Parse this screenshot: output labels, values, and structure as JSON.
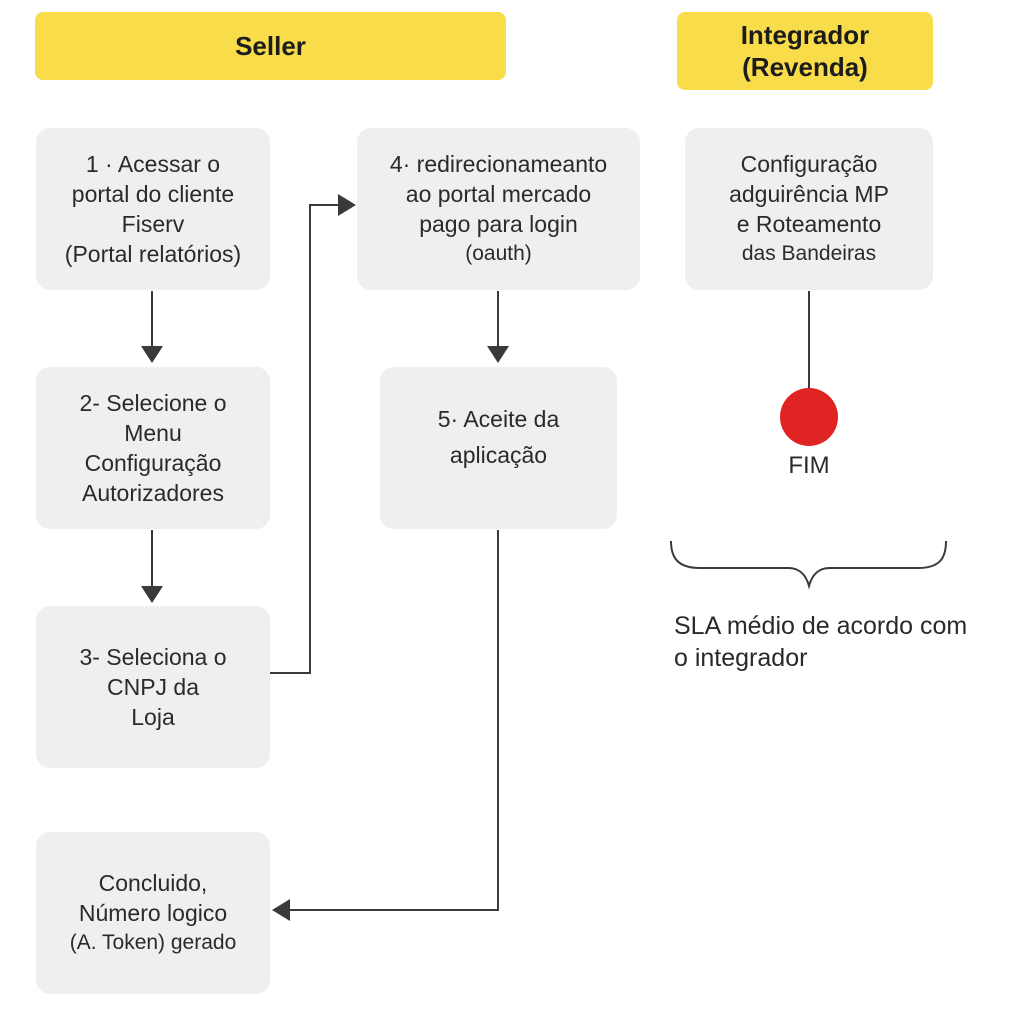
{
  "headers": {
    "seller": "Seller",
    "integrador_line1": "Integrador",
    "integrador_line2": "(Revenda)"
  },
  "steps": {
    "step1": [
      "1 · Acessar o",
      "portal do cliente",
      "Fiserv",
      "(Portal relatórios)"
    ],
    "step2": [
      "2- Selecione o",
      "Menu",
      "Configuração",
      "Autorizadores"
    ],
    "step3": [
      "3- Seleciona o",
      "CNPJ da",
      "Loja"
    ],
    "step4": [
      "4· redirecionameanto",
      "ao portal mercado",
      "pago para login",
      "(oauth)"
    ],
    "step5": [
      "5· Aceite da",
      "aplicação"
    ],
    "concluido": [
      "Concluido,",
      "Número logico",
      "(A. Token) gerado"
    ],
    "integrador_config": [
      "Configuração",
      "adguirência MP",
      "e Roteamento",
      "das Bandeiras"
    ]
  },
  "end": {
    "label": "FIM",
    "color": "#e02424"
  },
  "sla": {
    "line1": "SLA médio de acordo com",
    "line2": "o integrador"
  },
  "colors": {
    "header_bg": "#f9dc4a",
    "box_bg": "#efefef",
    "connector": "#3a3a3a"
  }
}
